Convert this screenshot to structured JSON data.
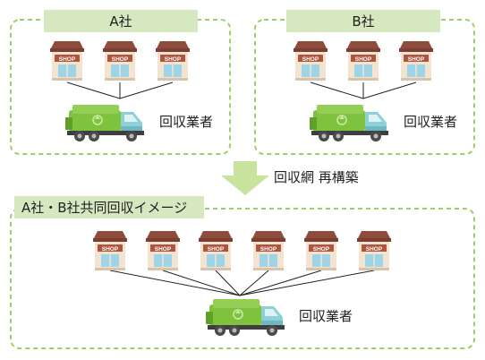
{
  "company_a": {
    "title": "A社",
    "collector_label": "回収業者",
    "shop_sign": "SHOP"
  },
  "company_b": {
    "title": "B社",
    "collector_label": "回収業者",
    "shop_sign": "SHOP"
  },
  "transition": {
    "label": "回収網 再構築"
  },
  "joint": {
    "title": "A社・B社共同回収イメージ",
    "collector_label": "回収業者",
    "shop_sign": "SHOP"
  },
  "colors": {
    "dashed_border": "#9bcf6a",
    "title_band": "#d6e8c0",
    "arrow": "#c8e39e",
    "shop_roof": "#8d4c3c",
    "shop_wall": "#f3e3d1",
    "shop_sign": "#b0543e",
    "shop_window": "#9fd3e6",
    "truck_body": "#7ec23d",
    "truck_cab": "#8fd0d8",
    "truck_wheel": "#4a4a4a"
  },
  "icons": [
    "shop-icon",
    "garbage-truck-icon",
    "down-arrow-icon"
  ]
}
